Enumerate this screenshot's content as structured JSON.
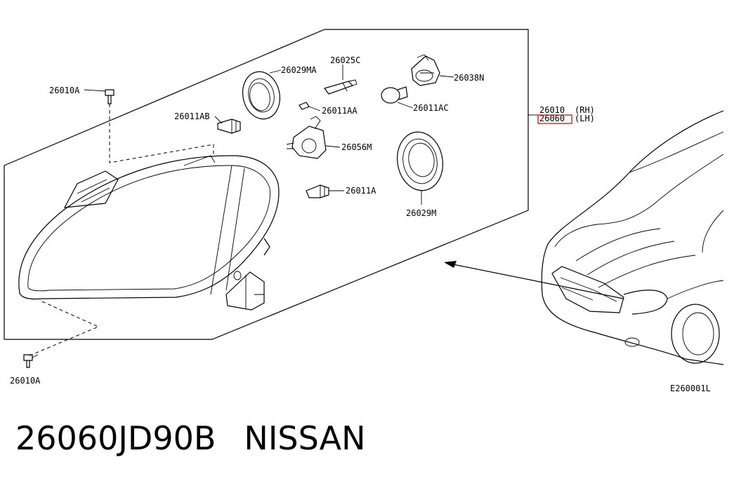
{
  "labels": {
    "l26010A_top": "26010A",
    "l26010A_bottom": "26010A",
    "l26011AB": "26011AB",
    "l26029MA": "26029MA",
    "l26025C": "26025C",
    "l26011AA": "26011AA",
    "l26038N": "26038N",
    "l26011AC": "26011AC",
    "l26056M": "26056M",
    "l26011A": "26011A",
    "l26029M": "26029M",
    "l26010": "26010",
    "l26010_side": "(RH)",
    "l26060": "26060",
    "l26060_side": "(LH)",
    "code": "E260001L"
  },
  "caption": {
    "part_number": "26060JD90B",
    "brand": "NISSAN"
  },
  "highlight_color": "#e02020"
}
